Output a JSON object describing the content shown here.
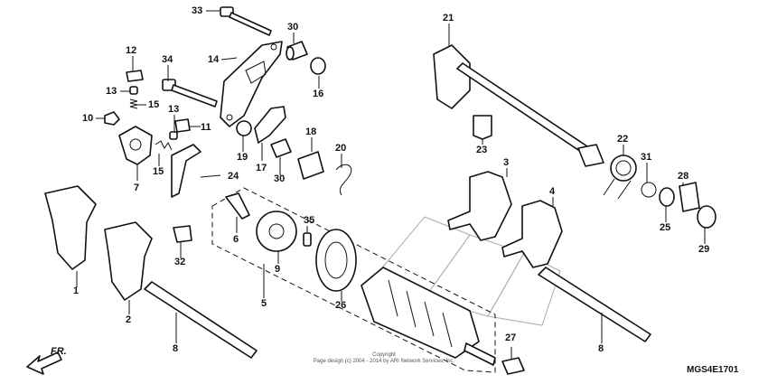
{
  "diagram": {
    "labels": [
      "33",
      "30",
      "21",
      "12",
      "34",
      "14",
      "13",
      "15",
      "16",
      "10",
      "13",
      "11",
      "22",
      "31",
      "18",
      "20",
      "28",
      "19",
      "17",
      "23",
      "7",
      "15",
      "24",
      "3",
      "4",
      "30",
      "25",
      "29",
      "6",
      "35",
      "32",
      "9",
      "1",
      "2",
      "5",
      "26",
      "8",
      "8",
      "27"
    ],
    "copyright_lines": [
      "Copyright",
      "Page design (c) 2004 - 2014 by ARI Network Services, Inc."
    ],
    "diagram_code": "MGS4E1701",
    "direction_label": "FR."
  }
}
